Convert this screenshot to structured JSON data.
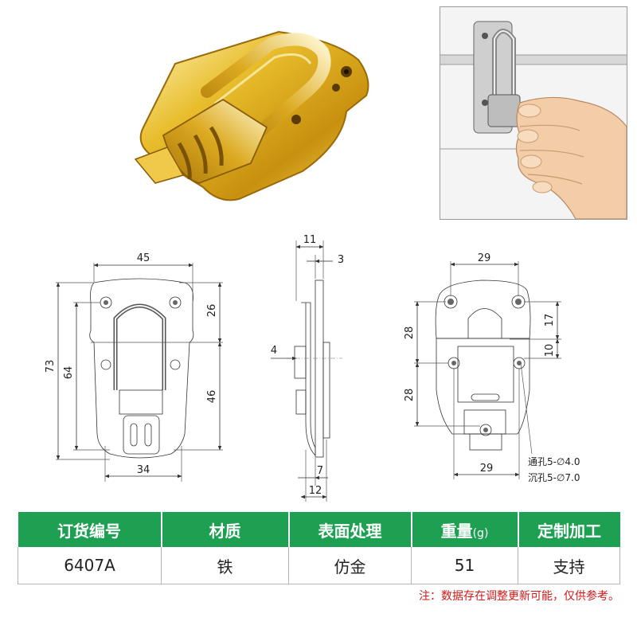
{
  "dimensions": {
    "front_width": "45",
    "front_height_total": "73",
    "front_height_inner": "64",
    "front_top": "26",
    "front_bottom": "46",
    "front_bottom_width": "34",
    "side_top": "11",
    "side_top_right": "3",
    "side_left": "4",
    "side_bottom": "7",
    "side_bottom_total": "12",
    "back_top_width": "29",
    "back_left_upper": "28",
    "back_left_lower": "28",
    "back_right_upper": "17",
    "back_right_lower": "10",
    "back_bottom_width": "29"
  },
  "holes": {
    "through": "通孔5-∅4.0",
    "countersunk": "沉孔5-∅7.0"
  },
  "table": {
    "headers": {
      "order_no": "订货编号",
      "material": "材质",
      "surface": "表面处理",
      "weight": "重量",
      "weight_unit": "(g)",
      "custom": "定制加工"
    },
    "values": {
      "order_no": "6407A",
      "material": "铁",
      "surface": "仿金",
      "weight": "51",
      "custom": "支持"
    }
  },
  "note": "注：数据存在调整更新可能，仅供参考。",
  "colors": {
    "header_green": "#1ea052",
    "note_red": "#d11818",
    "gold": "#e2b21c"
  }
}
